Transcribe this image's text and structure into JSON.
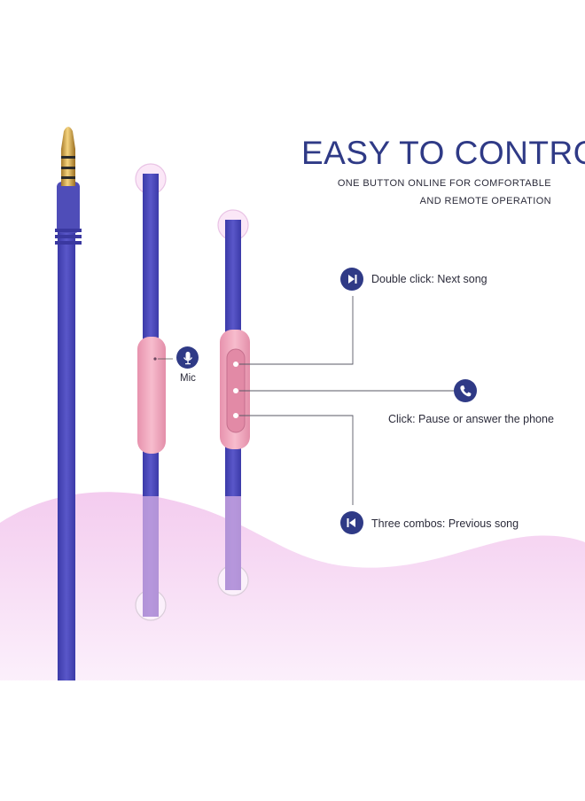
{
  "headline": "EASY TO CONTROL",
  "subline_1": "ONE BUTTON ONLINE FOR COMFORTABLE",
  "subline_2": "AND REMOTE OPERATION",
  "callouts": {
    "next": "Double click: Next song",
    "pause": "Click: Pause or answer the phone",
    "previous": "Three combos: Previous song",
    "mic": "Mic"
  },
  "icons": {
    "next": "skip-forward-icon",
    "pause": "phone-icon",
    "previous": "skip-back-icon",
    "mic": "microphone-icon"
  },
  "colors": {
    "cable": "#4a4ab8",
    "remote": "#f2a7bf",
    "badge": "#2f3a86",
    "accent_wave": "#f5d3ef"
  }
}
